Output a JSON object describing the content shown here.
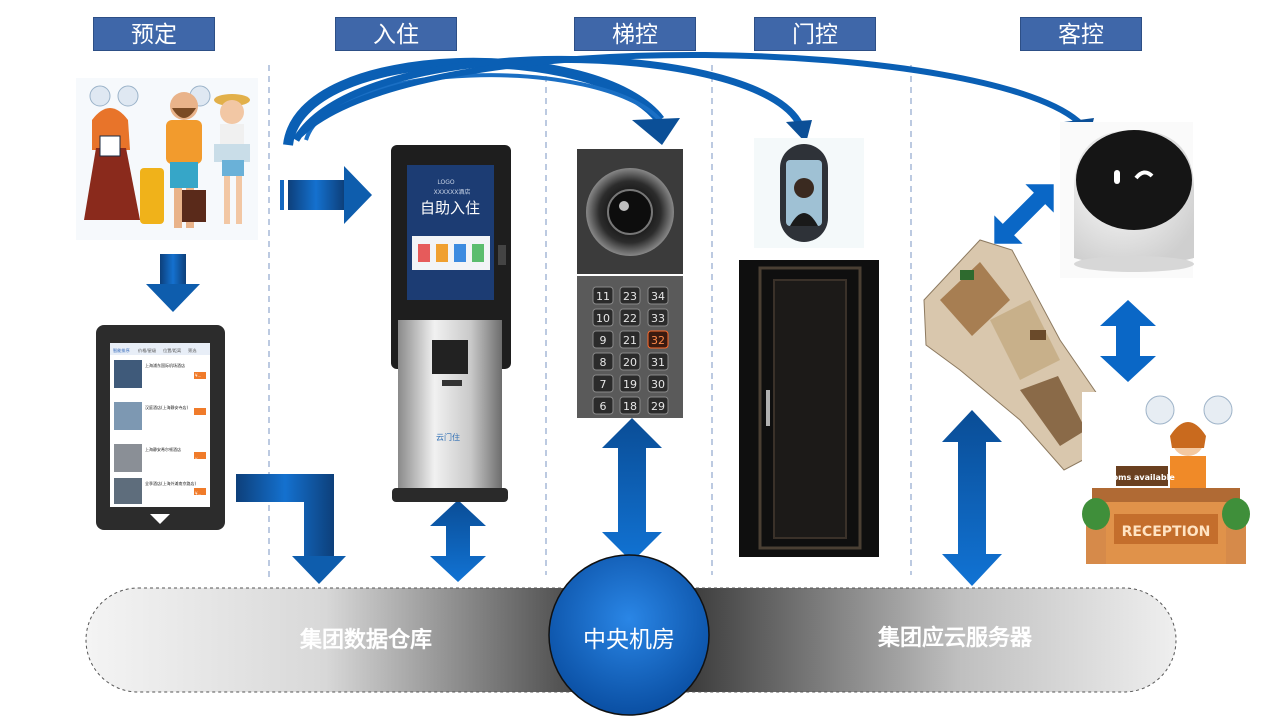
{
  "headers": {
    "booking": "预定",
    "checkin": "入住",
    "elevator": "梯控",
    "door": "门控",
    "room": "客控"
  },
  "base": {
    "left": "集团数据仓库",
    "center": "中央机房",
    "right": "集团应云服务器"
  },
  "kiosk": {
    "logo": "LOGO",
    "hotel": "XXXXXX酒店",
    "title": "自助入住",
    "brand": "云门住"
  },
  "phone": {
    "tabs": [
      "智能排序",
      "价格/星级",
      "位置/距离",
      "筛选"
    ],
    "listings": [
      {
        "name": "上海浦东国际机场酒店",
        "price": "¥..."
      },
      {
        "name": "汉庭酒店(上海静安寺店)",
        "price": "¥..."
      },
      {
        "name": "上海静安希尔顿酒店",
        "price": "¥..."
      },
      {
        "name": "全季酒店(上海外滩南京路店)",
        "price": "¥..."
      }
    ]
  },
  "elevator_panel": {
    "buttons": [
      [
        "11",
        "23",
        "34"
      ],
      [
        "10",
        "22",
        "33"
      ],
      [
        "9",
        "21",
        "32"
      ],
      [
        "8",
        "20",
        "31"
      ],
      [
        "7",
        "19",
        "30"
      ],
      [
        "6",
        "18",
        "29"
      ]
    ],
    "lit": "32"
  },
  "reception": {
    "sign": "rooms available",
    "desk": "RECEPTION"
  },
  "colors": {
    "header_bg": "#3f67a9",
    "arrow_blue": "#0a5fb4",
    "center_circle": "#0e62c3"
  }
}
